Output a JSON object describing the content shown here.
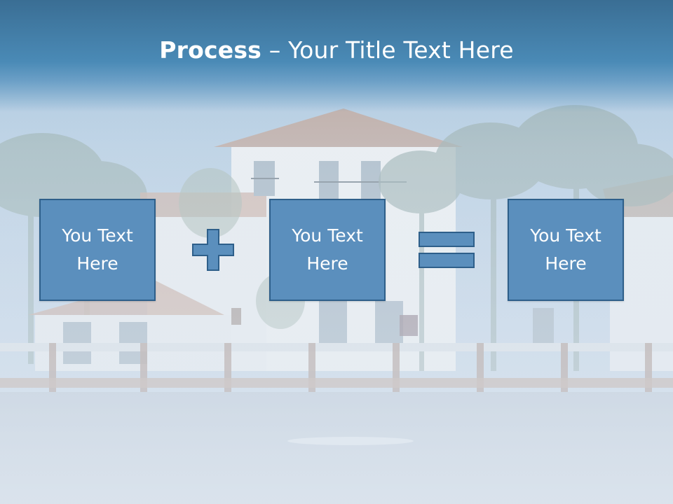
{
  "slide": {
    "title_bold": "Process",
    "title_rest": " – Your Title Text Here"
  },
  "process": {
    "boxes": [
      {
        "line1": "You Text",
        "line2": "Here"
      },
      {
        "line1": "You Text",
        "line2": "Here"
      },
      {
        "line1": "You Text",
        "line2": "Here"
      }
    ],
    "operators": [
      "plus-icon",
      "equals-icon"
    ]
  },
  "colors": {
    "title_band": "#4a8ab6",
    "box_fill": "#5b8fbd",
    "box_border": "#2e5f8a",
    "text": "#ffffff"
  }
}
